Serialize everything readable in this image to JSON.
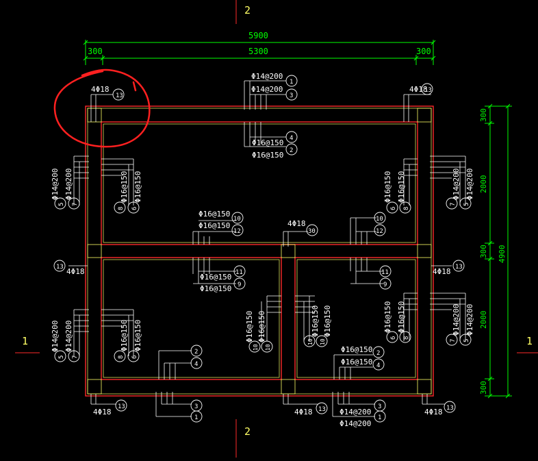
{
  "axis_labels": {
    "top": "2",
    "bottom": "2",
    "left": "1",
    "right": "1"
  },
  "dimensions": {
    "top_total": "5900",
    "top_middle": "5300",
    "top_left": "300",
    "top_right": "300",
    "right_total": "4900",
    "right_segments": [
      "300",
      "2000",
      "300",
      "2000",
      "300"
    ]
  },
  "corner_bars": {
    "top_left": {
      "text": "4Φ18",
      "tag": "13"
    },
    "top_right": {
      "text": "4Φ18",
      "tag": "13"
    },
    "mid_left": {
      "text": "4Φ18",
      "tag": "13"
    },
    "mid_right": {
      "text": "4Φ18",
      "tag": "13"
    },
    "bot_left": {
      "text": "4Φ18",
      "tag": "13"
    },
    "bot_mid": {
      "text": "4Φ18",
      "tag": "13"
    },
    "bot_right": {
      "text": "4Φ18",
      "tag": "13"
    },
    "center": {
      "text": "4Φ18",
      "tag": "30"
    }
  },
  "top_wall": {
    "line1": "Φ14@200",
    "line2": "Φ14@200",
    "tag1": "1",
    "tag2": "3"
  },
  "top_room_inner": {
    "line1": "Φ16@150",
    "line2": "Φ16@150",
    "tag1": "4",
    "tag2": "2"
  },
  "mid_wall_center": {
    "line1": "Φ16@150",
    "line2": "Φ16@150",
    "tag1": "10",
    "tag2": "12"
  },
  "mid_wall_right": {
    "tag1": "10",
    "tag2": "12"
  },
  "left_room_beam": {
    "line1": "Φ16@150",
    "line2": "Φ16@150",
    "tag1": "11",
    "tag2": "9"
  },
  "right_room_beam": {
    "tag1": "11",
    "tag2": "9"
  },
  "left_wall_upper": {
    "line1": "Φ14@200",
    "line2": "Φ14@200",
    "tag1": "5",
    "tag2": "7"
  },
  "left_wall_lower": {
    "line1": "Φ14@200",
    "line2": "Φ14@200",
    "tag1": "5",
    "tag2": "7"
  },
  "right_wall_upper": {
    "line1": "Φ14@200",
    "line2": "Φ14@200",
    "tag1": "7",
    "tag2": "5"
  },
  "right_wall_lower": {
    "line1": "Φ14@200",
    "line2": "Φ14@200",
    "tag1": "7",
    "tag2": "5"
  },
  "left_room_upper_inner": {
    "line1": "Φ16@150",
    "line2": "Φ16@150",
    "tag1": "8",
    "tag2": "6"
  },
  "left_room_lower_inner": {
    "line1": "Φ16@150",
    "line2": "Φ16@150",
    "tag1": "8",
    "tag2": "6"
  },
  "right_room_upper_inner": {
    "line1": "Φ16@150",
    "line2": "Φ16@150",
    "tag1": "6",
    "tag2": "8"
  },
  "right_room_lower_inner": {
    "line1": "Φ16@150",
    "line2": "Φ16@150",
    "tag1": "6",
    "tag2": "8"
  },
  "center_wall_left": {
    "line1": "Φ16@150",
    "line2": "Φ16@150",
    "tag1": "10",
    "tag2": "10"
  },
  "center_wall_right": {
    "line1": "Φ16@150",
    "line2": "Φ16@150",
    "tag1": "10",
    "tag2": "10"
  },
  "left_room_bottom_inner": {
    "tag1": "2",
    "tag2": "4"
  },
  "right_room_bottom_inner": {
    "line1": "Φ16@150",
    "line2": "Φ16@150",
    "tag1": "2",
    "tag2": "4"
  },
  "bottom_wall_left": {
    "tag1": "3",
    "tag2": "1"
  },
  "bottom_wall_right": {
    "line1": "Φ14@200",
    "line2": "Φ14@200",
    "tag1": "3",
    "tag2": "1"
  },
  "colors": {
    "dim": "#00ff00",
    "wall": "#ff2a2a",
    "inner": "#ffff66",
    "text": "#ffffff",
    "annotation": "#ff2020"
  }
}
